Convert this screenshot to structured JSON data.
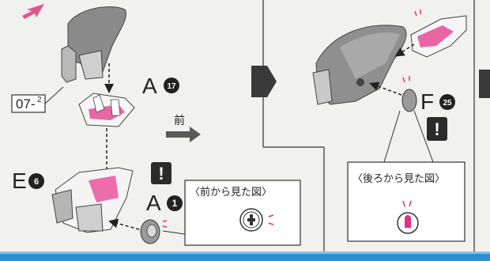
{
  "labels": {
    "part_07": "07-",
    "part_07_sub": "2",
    "runner_a17_letter": "A",
    "runner_a17_num": "17",
    "front_label": "前",
    "runner_e6_letter": "E",
    "runner_e6_num": "6",
    "runner_a1_letter": "A",
    "runner_a1_num": "1",
    "runner_f25_letter": "F",
    "runner_f25_num": "25",
    "view_front_caption": "〈前から見た図〉",
    "view_back_caption": "〈後ろから見た図〉",
    "caution_mark": "!"
  },
  "colors": {
    "accent_pink": "#e0307e",
    "part_gray": "#8a8a8a",
    "part_dark": "#5d5d5d",
    "line": "#2a2a2a",
    "arrow_gray": "#5a5a5a",
    "bottom_bar": "#2e8fd0"
  }
}
